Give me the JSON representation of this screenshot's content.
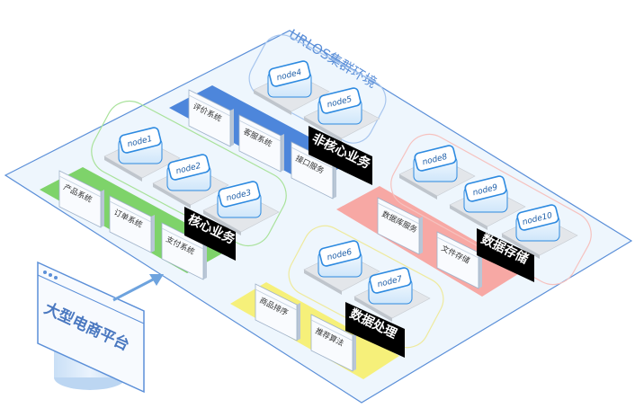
{
  "cluster": {
    "title": "URLOS集群环境"
  },
  "platform": {
    "label": "大型电商平台"
  },
  "zones": [
    {
      "key": "core",
      "label": "核心业务",
      "tile_color": "#7ED36A",
      "hull_color": "#A9E29B",
      "services": [
        "产品系统",
        "订单系统",
        "支付系统"
      ],
      "nodes": [
        "node1",
        "node2",
        "node3"
      ]
    },
    {
      "key": "noncore",
      "label": "非核心业务",
      "tile_color": "#4D86DB",
      "hull_color": "#A8C6EE",
      "services": [
        "评价系统",
        "客服系统",
        "接口服务"
      ],
      "nodes": [
        "node4",
        "node5"
      ]
    },
    {
      "key": "storage",
      "label": "数据存储",
      "tile_color": "#F7A8A4",
      "hull_color": "#F6C2BF",
      "services": [
        "数据库服务",
        "文件存储"
      ],
      "nodes": [
        "node8",
        "node9",
        "node10"
      ]
    },
    {
      "key": "processing",
      "label": "数据处理",
      "tile_color": "#F6F07A",
      "hull_color": "#EEEA9E",
      "services": [
        "商品排序",
        "推荐算法"
      ],
      "nodes": [
        "node6",
        "node7"
      ]
    }
  ],
  "colors": {
    "platform_border": "#5B8FD8",
    "node_top": "#2D8AE0",
    "label_bg": "#000000",
    "arrow": "#6EA3DE"
  }
}
